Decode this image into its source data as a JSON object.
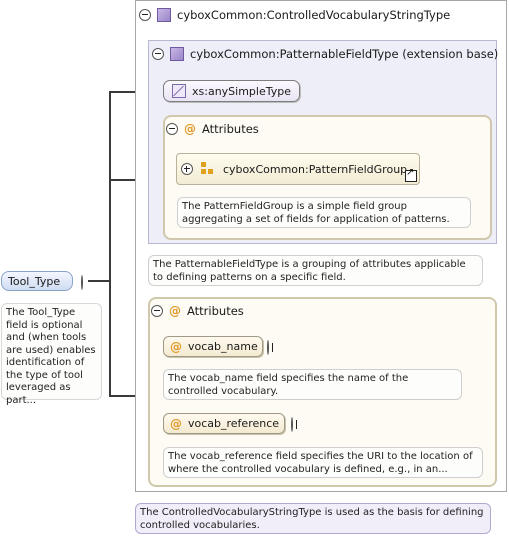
{
  "root_type": {
    "label": "cyboxCommon:ControlledVocabularyStringType",
    "doc": "The ControlledVocabularyStringType is used as the basis for defining controlled vocabularies."
  },
  "extension": {
    "label": "cyboxCommon:PatternableFieldType (extension base)",
    "doc": "The PatternableFieldType is a grouping of attributes applicable to defining patterns on a specific field."
  },
  "simple_type": {
    "label": "xs:anySimpleType"
  },
  "inner_attributes": {
    "label": "Attributes",
    "group": {
      "label": "cyboxCommon:PatternFieldGroup",
      "doc": "The PatternFieldGroup is a simple field group aggregating a set of fields for application of patterns."
    }
  },
  "outer_attributes": {
    "label": "Attributes",
    "items": [
      {
        "name": "vocab_name",
        "doc": "The vocab_name field specifies the name of the controlled vocabulary."
      },
      {
        "name": "vocab_reference",
        "doc": "The vocab_reference field specifies the URI to the location of where the controlled vocabulary is defined, e.g., in an..."
      }
    ]
  },
  "element": {
    "label": "Tool_Type",
    "doc": "The Tool_Type field is optional and (when tools are used) enables identification of the type of tool leveraged as part..."
  },
  "icons": [
    "minus-toggle-icon",
    "plus-toggle-icon",
    "complex-type-icon",
    "simple-type-icon",
    "attribute-icon",
    "attribute-group-icon",
    "link-arrow-icon"
  ],
  "colors": {
    "type_icon": "#9b86c8",
    "attribute_icon": "#e19a2a",
    "element_fill": "#cfdcf2",
    "attr_fill": "#fdfbf3"
  }
}
